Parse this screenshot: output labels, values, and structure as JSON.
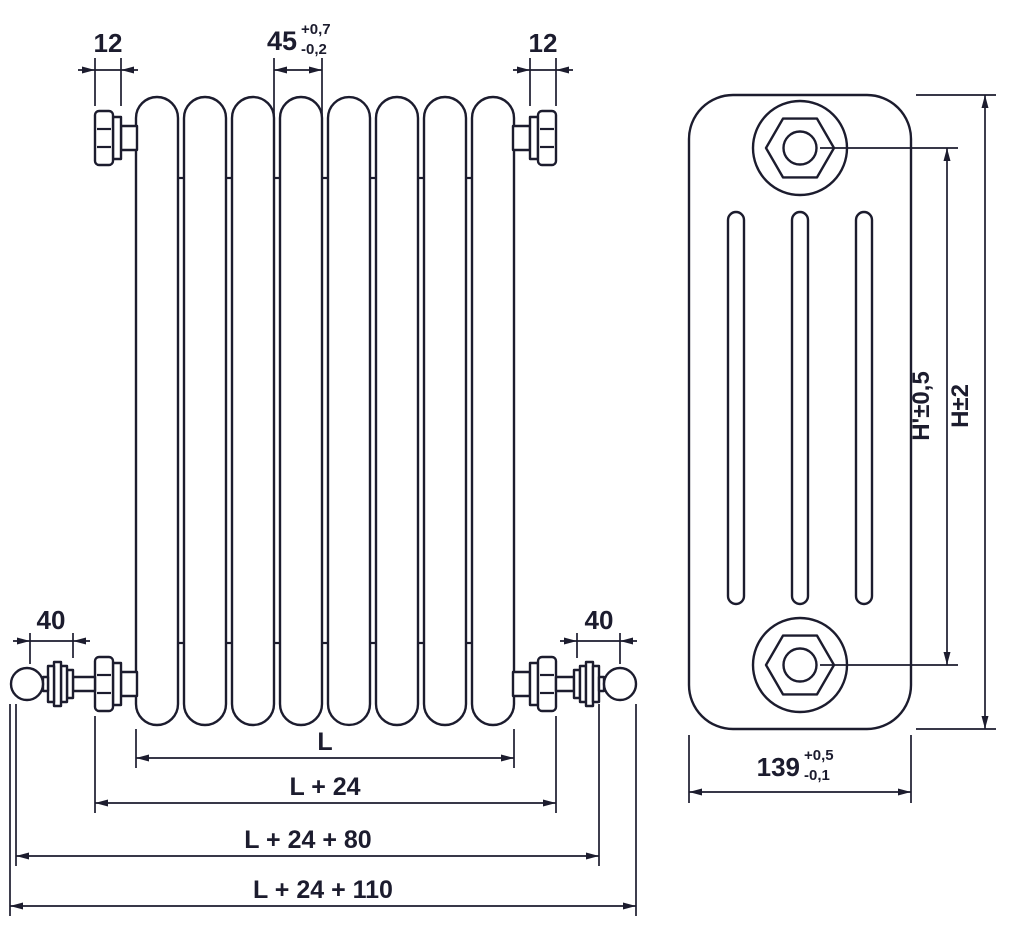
{
  "colors": {
    "ink": "#1c1c2e",
    "paper": "#ffffff"
  },
  "front_view": {
    "sections_visible": 8,
    "dims": {
      "plug_left": "12",
      "plug_right": "12",
      "pitch_value": "45",
      "pitch_tol_plus": "+0,7",
      "pitch_tol_minus": "-0,2",
      "tail_left": "40",
      "tail_right": "40",
      "length": "L",
      "length_plus_plugs": "L + 24",
      "length_plus_valves": "L + 24 + 80",
      "length_overall": "L + 24 + 110"
    }
  },
  "side_view": {
    "columns": 4,
    "dims": {
      "axis_height": "H'±0,5",
      "overall_height": "H±2",
      "depth_value": "139",
      "depth_tol_plus": "+0,5",
      "depth_tol_minus": "-0,1"
    }
  }
}
